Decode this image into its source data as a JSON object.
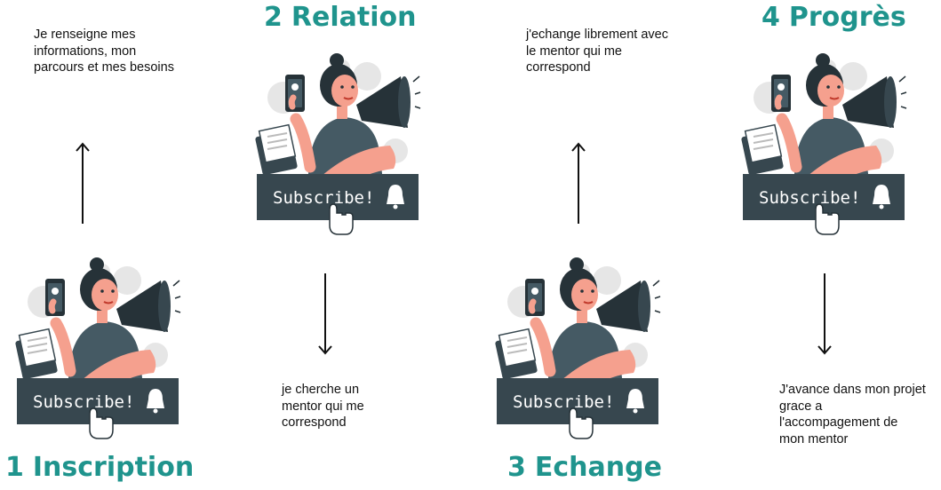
{
  "colors": {
    "accent": "#1f948d",
    "banner": "#37474f",
    "skin": "#f5a08e",
    "hair": "#263238",
    "shirt": "#455a64",
    "bg_shapes": "#e6e6e6"
  },
  "steps": [
    {
      "number": "1",
      "title": "Inscription",
      "description": "Je renseigne mes informations, mon parcours et mes besoins",
      "banner_label": "Subscribe!",
      "arrow": "up"
    },
    {
      "number": "2",
      "title": "Relation",
      "description": "je cherche un mentor qui me correspond",
      "banner_label": "Subscribe!",
      "arrow": "down"
    },
    {
      "number": "3",
      "title": "Echange",
      "description": "j'echange librement avec le mentor qui me correspond",
      "banner_label": "Subscribe!",
      "arrow": "up"
    },
    {
      "number": "4",
      "title": "Progrès",
      "description": "J'avance dans mon projet grace a l'accompagement de mon mentor",
      "banner_label": "Subscribe!",
      "arrow": "down"
    }
  ],
  "icons": {
    "up_arrow": "arrow-up-icon",
    "down_arrow": "arrow-down-icon",
    "bell": "bell-icon",
    "hand": "hand-pointer-icon",
    "megaphone": "megaphone-icon",
    "phone": "phone-icon"
  }
}
